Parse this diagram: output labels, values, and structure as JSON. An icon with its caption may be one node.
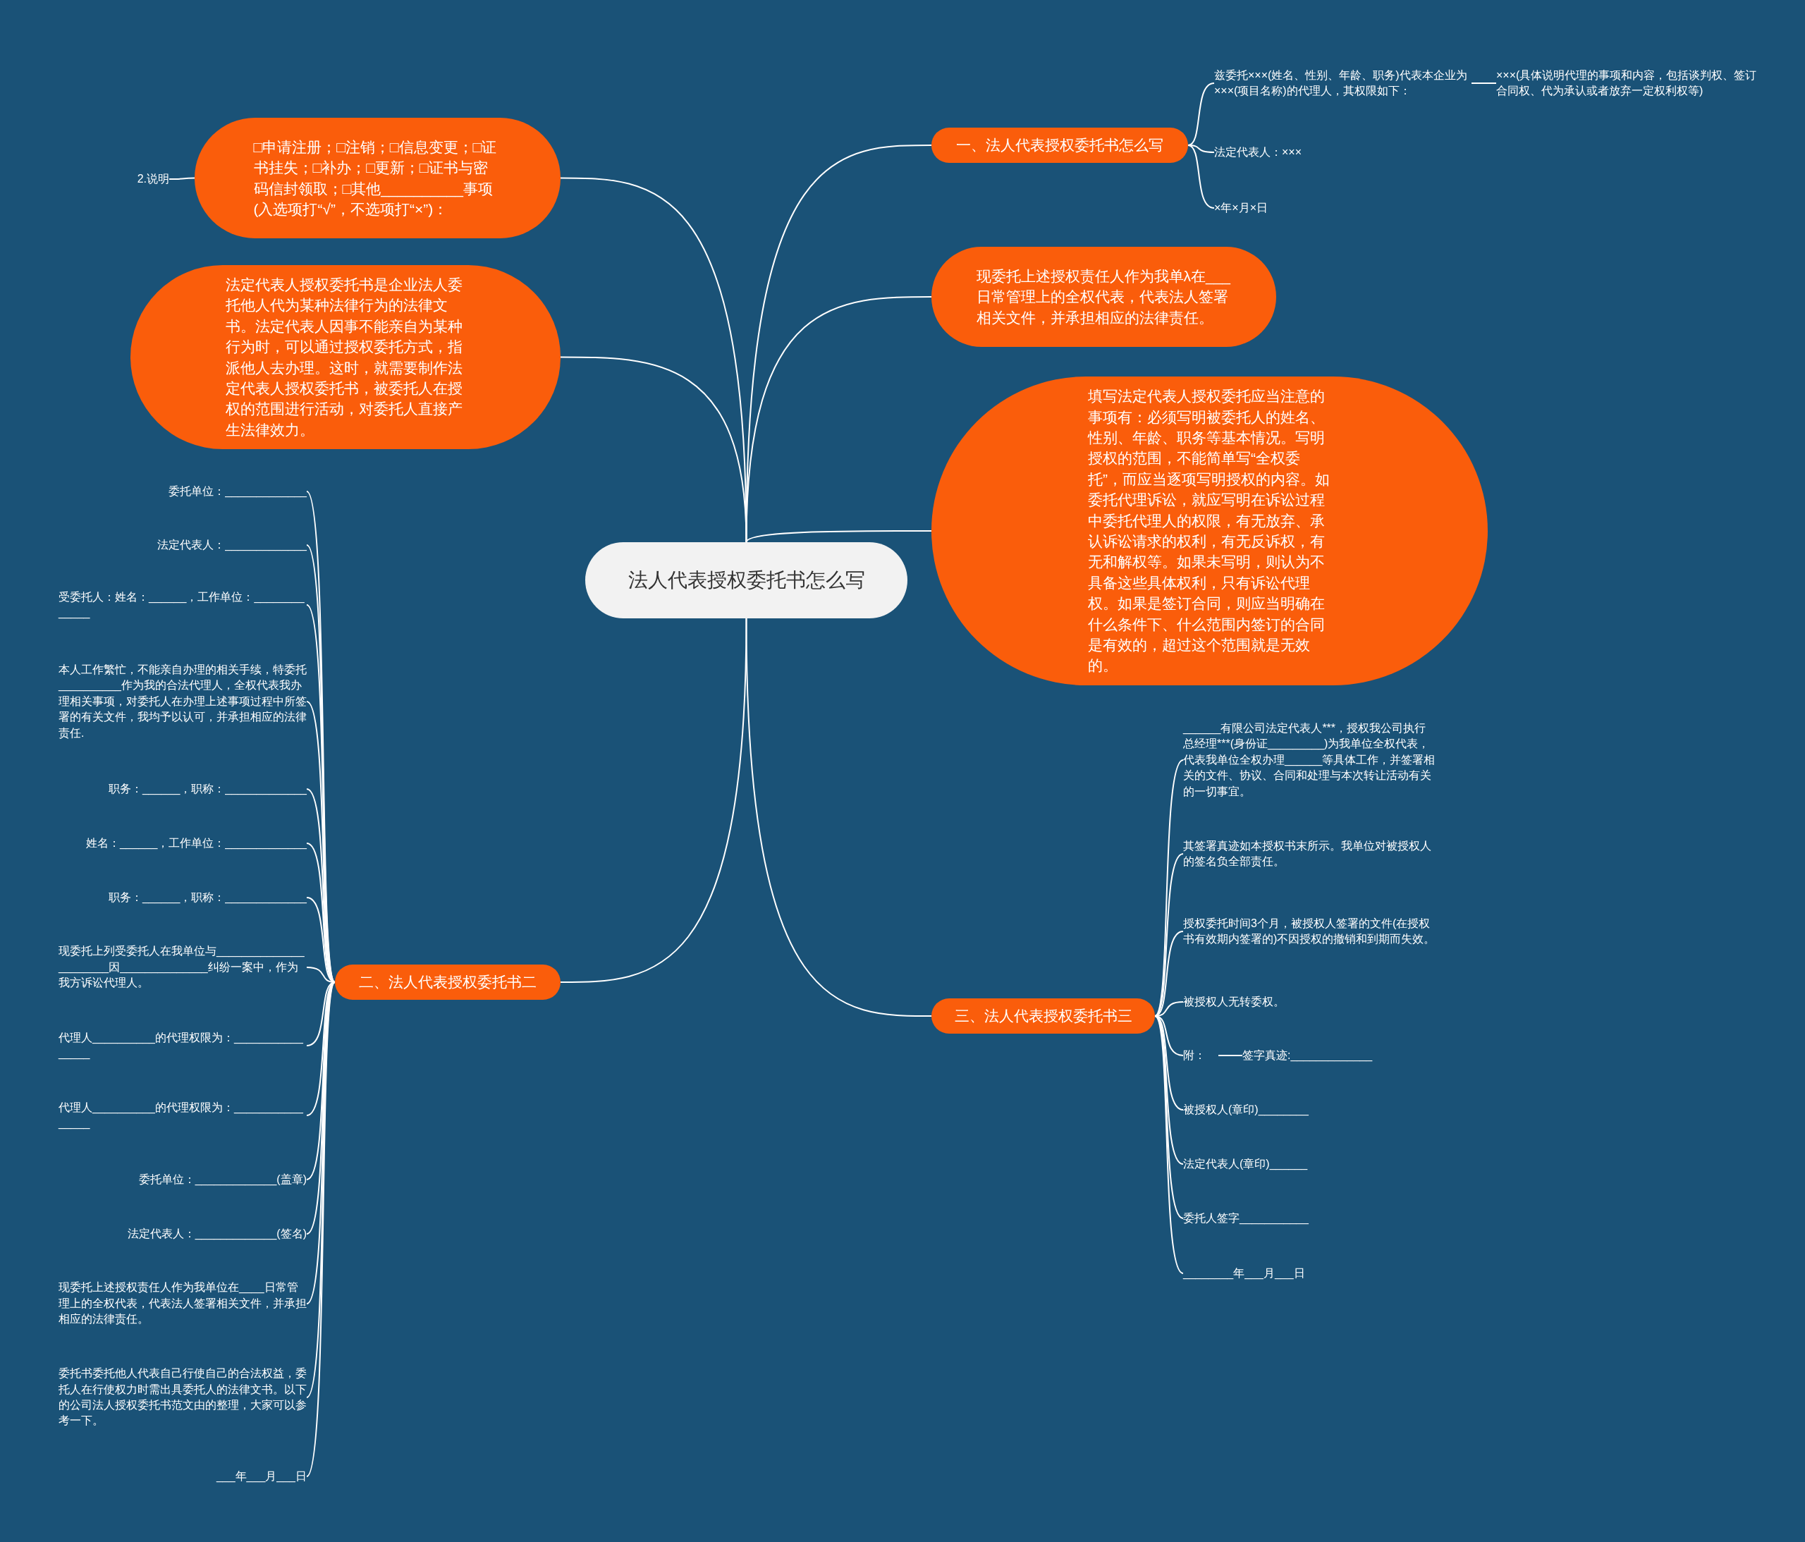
{
  "diagram": {
    "nodes": [
      {
        "text": [
          "法人代表授权委托书怎么写"
        ]
      },
      {
        "text": [
          "□申请注册；□注销；□信息变更；□证书挂失；□补办；□更新；□证书与密码信封领取；□其他__________事项(入选项打“√”，不选项打“×”)："
        ]
      },
      {
        "text": [
          "2.说明"
        ]
      },
      {
        "text": [
          "法定代表人授权委托书是企业法人委托他人代为某种法律行为的法律文书。法定代表人因事不能亲自为某种行为时，可以通过授权委托方式，指派他人去办理。这时，就需要制作法定代表人授权委托书，被委托人在授权的范围进行活动，对委托人直接产生法律效力。"
        ]
      },
      {
        "text": [
          "二、法人代表授权委托书二"
        ]
      },
      {
        "text": [
          "委托单位：_____________"
        ]
      },
      {
        "text": [
          "法定代表人：_____________"
        ]
      },
      {
        "text": [
          "受委托人：姓名：______，工作单位：_____________"
        ]
      },
      {
        "text": [
          "本人工作繁忙，不能亲自办理的相关手续，特委托__________作为我的合法代理人，全权代表我办理相关事项，对委托人在办理上述事项过程中所签署的有关文件，我均予以认可，并承担相应的法律责任."
        ]
      },
      {
        "text": [
          "职务：______，职称：_____________"
        ]
      },
      {
        "text": [
          "姓名：______，工作单位：_____________"
        ]
      },
      {
        "text": [
          "职务：______，职称：_____________"
        ]
      },
      {
        "text": [
          "现委托上列受委托人在我单位与______________________因______________纠纷一案中，作为我方诉讼代理人。"
        ]
      },
      {
        "text": [
          "代理人__________的代理权限为：________________"
        ]
      },
      {
        "text": [
          "代理人__________的代理权限为：________________"
        ]
      },
      {
        "text": [
          "委托单位：_____________(盖章)"
        ]
      },
      {
        "text": [
          "法定代表人：_____________(签名)"
        ]
      },
      {
        "text": [
          "现委托上述授权责任人作为我单位在____日常管理上的全权代表，代表法人签署相关文件，并承担相应的法律责任。"
        ]
      },
      {
        "text": [
          "委托书委托他人代表自己行使自己的合法权益，委托人在行使权力时需出具委托人的法律文书。以下的公司法人授权委托书范文由的整理，大家可以参考一下。"
        ]
      },
      {
        "text": [
          "___年___月___日"
        ]
      },
      {
        "text": [
          "一、法人代表授权委托书怎么写"
        ]
      },
      {
        "text": [
          "兹委托×××(姓名、性别、年龄、职务)代表本企业为×××(项目名称)的代理人，其权限如下："
        ]
      },
      {
        "text": [
          "×××(具体说明代理的事项和内容，包括谈判权、签订合同权、代为承认或者放弃一定权利权等)"
        ]
      },
      {
        "text": [
          "法定代表人：×××"
        ]
      },
      {
        "text": [
          "×年×月×日"
        ]
      },
      {
        "text": [
          "现委托上述授权责任人作为我单λ在___日常管理上的全权代表，代表法人签署相关文件，并承担相应的法律责任。"
        ]
      },
      {
        "text": [
          "填写法定代表人授权委托应当注意的事项有：必须写明被委托人的姓名、性别、年龄、职务等基本情况。写明授权的范围，不能简单写“全权委托”，而应当逐项写明授权的内容。如委托代理诉讼，就应写明在诉讼过程中委托代理人的权限，有无放弃、承认诉讼请求的权利，有无反诉权，有无和解权等。如果未写明，则认为不具备这些具体权利，只有诉讼代理权。如果是签订合同，则应当明确在什么条件下、什么范围内签订的合同是有效的，超过这个范围就是无效的。"
        ]
      },
      {
        "text": [
          "三、法人代表授权委托书三"
        ]
      },
      {
        "text": [
          "______有限公司法定代表人***，授权我公司执行总经理***(身份证_________)为我单位全权代表，代表我单位全权办理______等具体工作，并签署相关的文件、协议、合同和处理与本次转让活动有关的一切事宜。"
        ]
      },
      {
        "text": [
          "其签署真迹如本授权书末所示。我单位对被授权人的签名负全部责任。"
        ]
      },
      {
        "text": [
          "授权委托时间3个月，被授权人签署的文件(在授权书有效期内签署的)不因授权的撤销和到期而失效。"
        ]
      },
      {
        "text": [
          "被授权人无转委权。"
        ]
      },
      {
        "text": [
          "附："
        ]
      },
      {
        "text": [
          "签字真迹:_____________"
        ]
      },
      {
        "text": [
          "被授权人(章印)________"
        ]
      },
      {
        "text": [
          "法定代表人(章印)______"
        ]
      },
      {
        "text": [
          "委托人签字___________"
        ]
      },
      {
        "text": [
          "________年___月___日"
        ]
      }
    ],
    "edges": [
      {
        "from": 0,
        "to": 1,
        "arrow": "none"
      },
      {
        "from": 1,
        "to": 2,
        "arrow": "none"
      },
      {
        "from": 0,
        "to": 3,
        "arrow": "none"
      },
      {
        "from": 0,
        "to": 4,
        "arrow": "none"
      },
      {
        "from": 4,
        "to": 5,
        "arrow": "none"
      },
      {
        "from": 4,
        "to": 6,
        "arrow": "none"
      },
      {
        "from": 4,
        "to": 7,
        "arrow": "none"
      },
      {
        "from": 4,
        "to": 8,
        "arrow": "none"
      },
      {
        "from": 4,
        "to": 9,
        "arrow": "none"
      },
      {
        "from": 4,
        "to": 10,
        "arrow": "none"
      },
      {
        "from": 4,
        "to": 11,
        "arrow": "none"
      },
      {
        "from": 4,
        "to": 12,
        "arrow": "none"
      },
      {
        "from": 4,
        "to": 13,
        "arrow": "none"
      },
      {
        "from": 4,
        "to": 14,
        "arrow": "none"
      },
      {
        "from": 4,
        "to": 15,
        "arrow": "none"
      },
      {
        "from": 4,
        "to": 16,
        "arrow": "none"
      },
      {
        "from": 4,
        "to": 17,
        "arrow": "none"
      },
      {
        "from": 4,
        "to": 18,
        "arrow": "none"
      },
      {
        "from": 4,
        "to": 19,
        "arrow": "none"
      },
      {
        "from": 0,
        "to": 20,
        "arrow": "none"
      },
      {
        "from": 20,
        "to": 21,
        "arrow": "none"
      },
      {
        "from": 21,
        "to": 22,
        "arrow": "none"
      },
      {
        "from": 20,
        "to": 23,
        "arrow": "none"
      },
      {
        "from": 20,
        "to": 24,
        "arrow": "none"
      },
      {
        "from": 0,
        "to": 25,
        "arrow": "none"
      },
      {
        "from": 0,
        "to": 26,
        "arrow": "none"
      },
      {
        "from": 0,
        "to": 27,
        "arrow": "none"
      },
      {
        "from": 27,
        "to": 28,
        "arrow": "none"
      },
      {
        "from": 27,
        "to": 29,
        "arrow": "none"
      },
      {
        "from": 27,
        "to": 30,
        "arrow": "none"
      },
      {
        "from": 27,
        "to": 31,
        "arrow": "none"
      },
      {
        "from": 27,
        "to": 32,
        "arrow": "none"
      },
      {
        "from": 32,
        "to": 33,
        "arrow": "none"
      },
      {
        "from": 27,
        "to": 34,
        "arrow": "none"
      },
      {
        "from": 27,
        "to": 35,
        "arrow": "none"
      },
      {
        "from": 27,
        "to": 36,
        "arrow": "none"
      },
      {
        "from": 27,
        "to": 37,
        "arrow": "none"
      }
    ]
  }
}
